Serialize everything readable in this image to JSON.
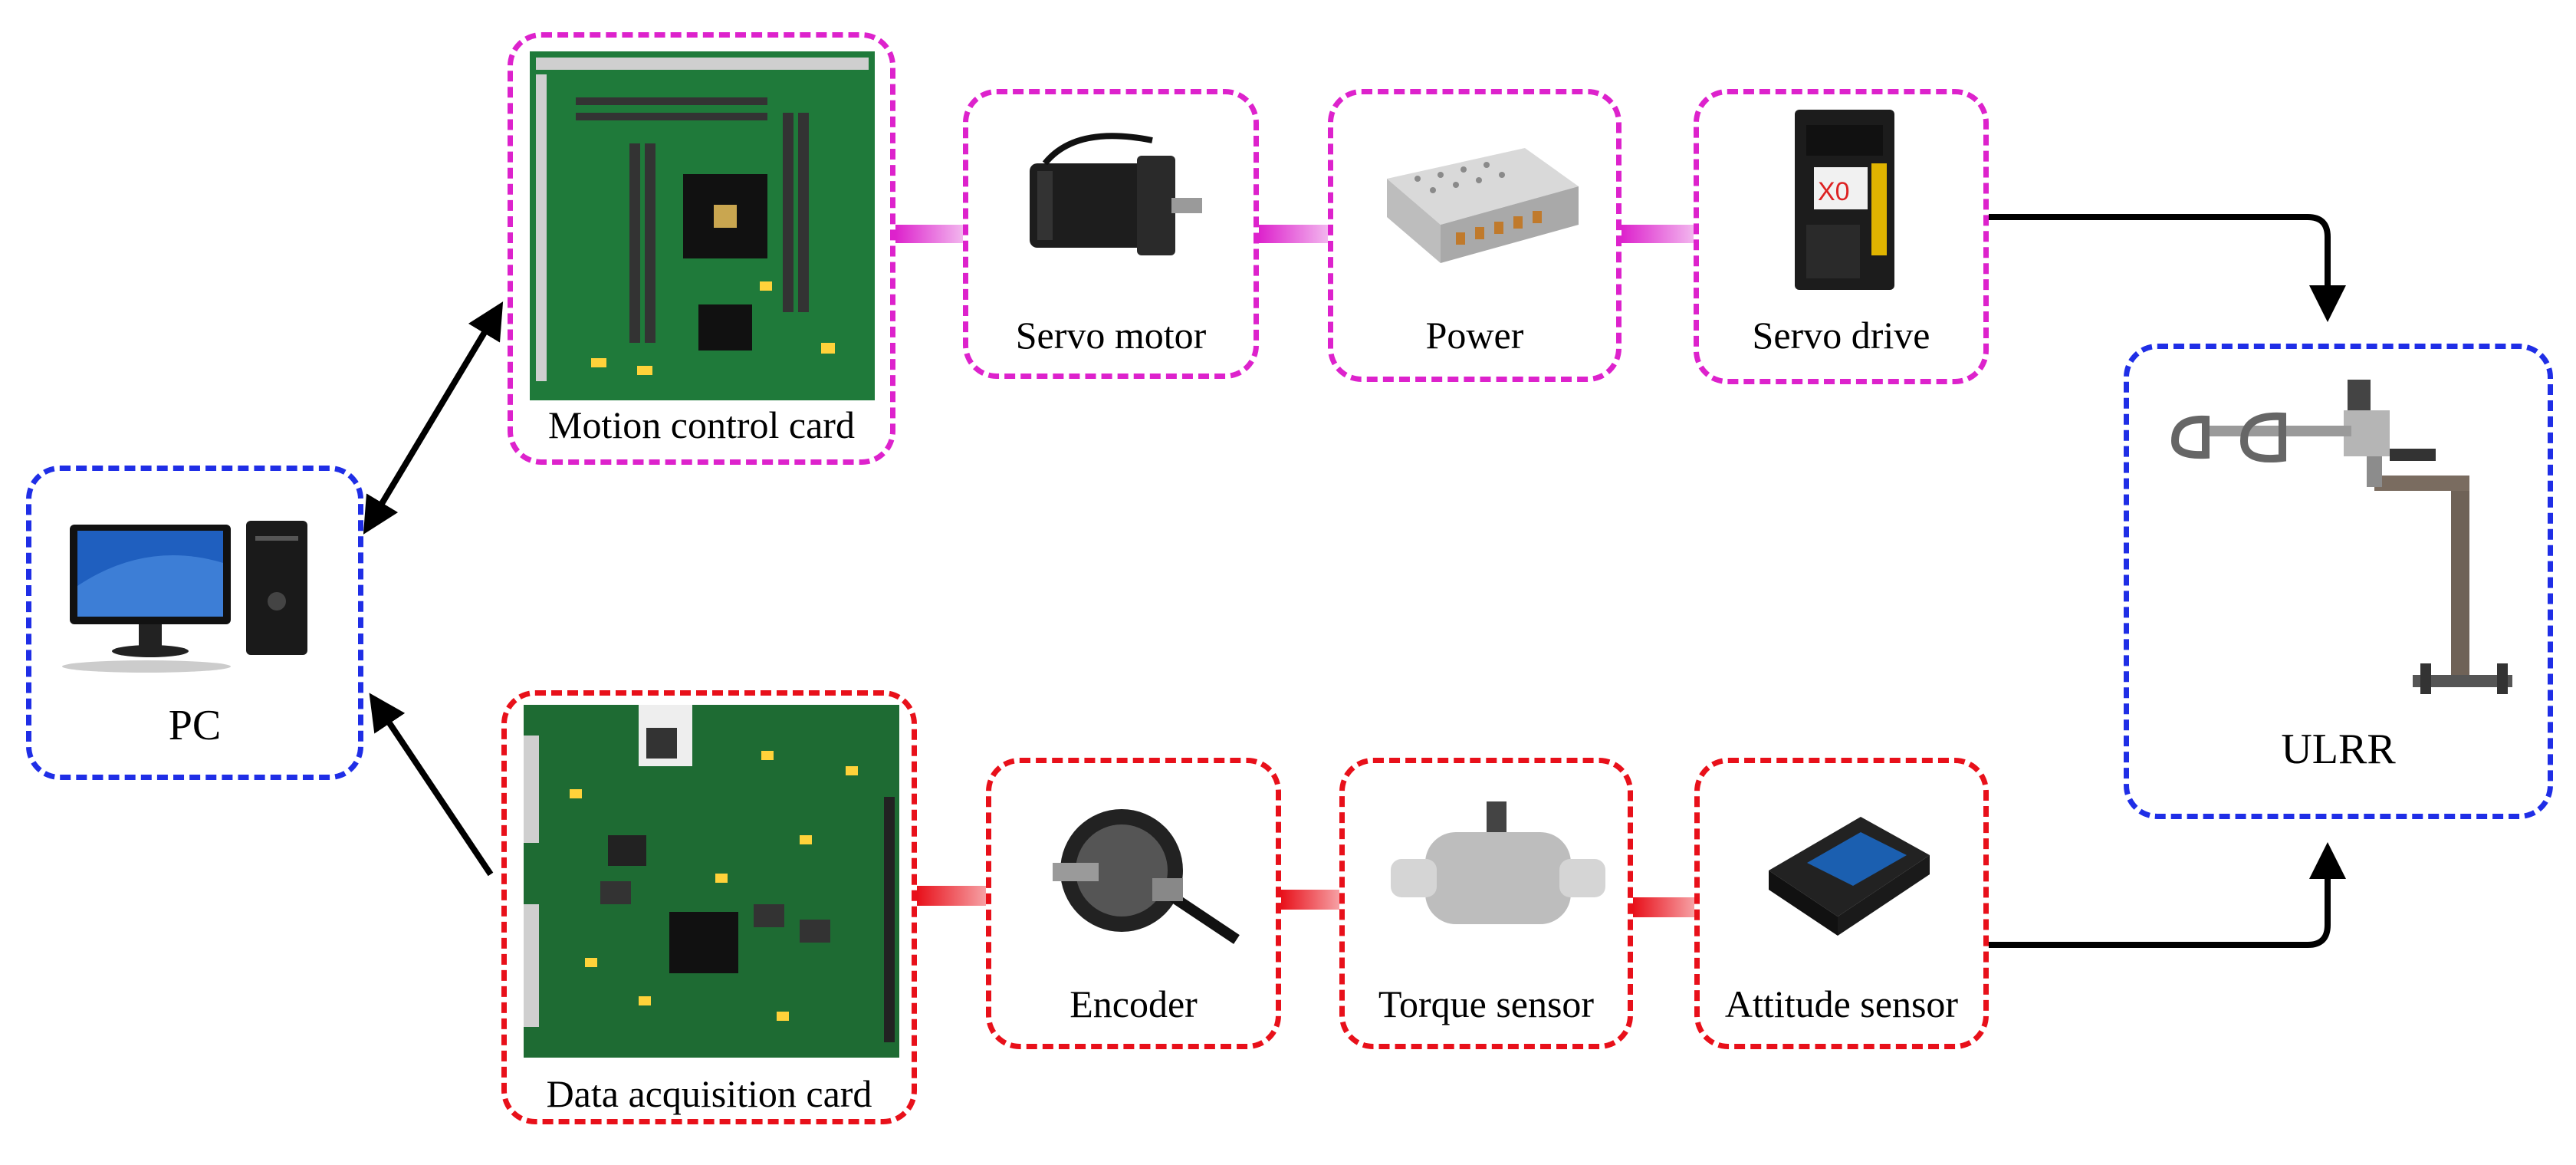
{
  "colors": {
    "pc_ulrr_border": "#1f2ee6",
    "control_border": "#dd22cc",
    "sensing_border": "#e8101a",
    "arrows": "#000000",
    "pcb_green": "#1f7a3a"
  },
  "nodes": {
    "pc": {
      "label": "PC",
      "icon": "desktop-computer-icon"
    },
    "motion_control_card": {
      "label": "Motion control card",
      "icon": "circuit-board-icon"
    },
    "servo_motor": {
      "label": "Servo motor",
      "icon": "servo-motor-icon"
    },
    "power": {
      "label": "Power",
      "icon": "power-supply-icon"
    },
    "servo_drive": {
      "label": "Servo drive",
      "icon": "servo-drive-icon"
    },
    "ulrr": {
      "label": "ULRR",
      "icon": "rehabilitation-robot-icon"
    },
    "data_acquisition_card": {
      "label": "Data acquisition  card",
      "icon": "circuit-board-icon"
    },
    "encoder": {
      "label": "Encoder",
      "icon": "rotary-encoder-icon"
    },
    "torque_sensor": {
      "label": "Torque sensor",
      "icon": "torque-sensor-icon"
    },
    "attitude_sensor": {
      "label": "Attitude sensor",
      "icon": "attitude-sensor-icon"
    }
  },
  "connections": [
    {
      "from": "pc",
      "to": "motion_control_card",
      "style": "bidirectional-arrow"
    },
    {
      "from": "data_acquisition_card",
      "to": "pc",
      "style": "arrow"
    },
    {
      "from": "motion_control_card",
      "to": "servo_motor",
      "style": "bar"
    },
    {
      "from": "servo_motor",
      "to": "power",
      "style": "bar"
    },
    {
      "from": "power",
      "to": "servo_drive",
      "style": "bar"
    },
    {
      "from": "servo_drive",
      "to": "ulrr",
      "style": "arrow"
    },
    {
      "from": "data_acquisition_card",
      "to": "encoder",
      "style": "bar"
    },
    {
      "from": "encoder",
      "to": "torque_sensor",
      "style": "bar"
    },
    {
      "from": "torque_sensor",
      "to": "attitude_sensor",
      "style": "bar"
    },
    {
      "from": "attitude_sensor",
      "to": "ulrr",
      "style": "arrow"
    }
  ]
}
